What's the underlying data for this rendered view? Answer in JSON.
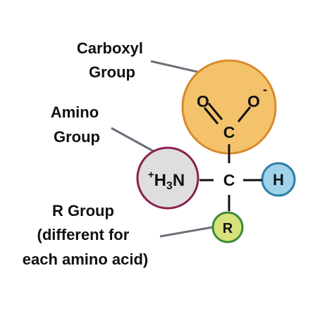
{
  "labels": {
    "carboxyl": [
      "Carboxyl",
      "Group"
    ],
    "amino": [
      "Amino",
      "Group"
    ],
    "r_group": [
      "R Group",
      "(different for",
      "each amino acid)"
    ]
  },
  "atoms": {
    "carboxyl_o": "O",
    "carboxyl_o_minus": "O",
    "minus_sign": "-",
    "carboxyl_c": "C",
    "amine_plus": "+",
    "amine_h": "H",
    "amine_sub": "3",
    "amine_n": "N",
    "alpha_c": "C",
    "hydrogen": "H",
    "r": "R"
  },
  "colors": {
    "carboxyl_fill": "#f3c26a",
    "carboxyl_stroke": "#d98a2b",
    "amino_fill": "#dedede",
    "amino_stroke": "#8a1f4f",
    "hydrogen_fill": "#9fd3ea",
    "hydrogen_stroke": "#2e7ea6",
    "r_fill": "#d6e27a",
    "r_stroke": "#3f8a3a",
    "leader": "#6b7078",
    "bond": "#111111"
  }
}
